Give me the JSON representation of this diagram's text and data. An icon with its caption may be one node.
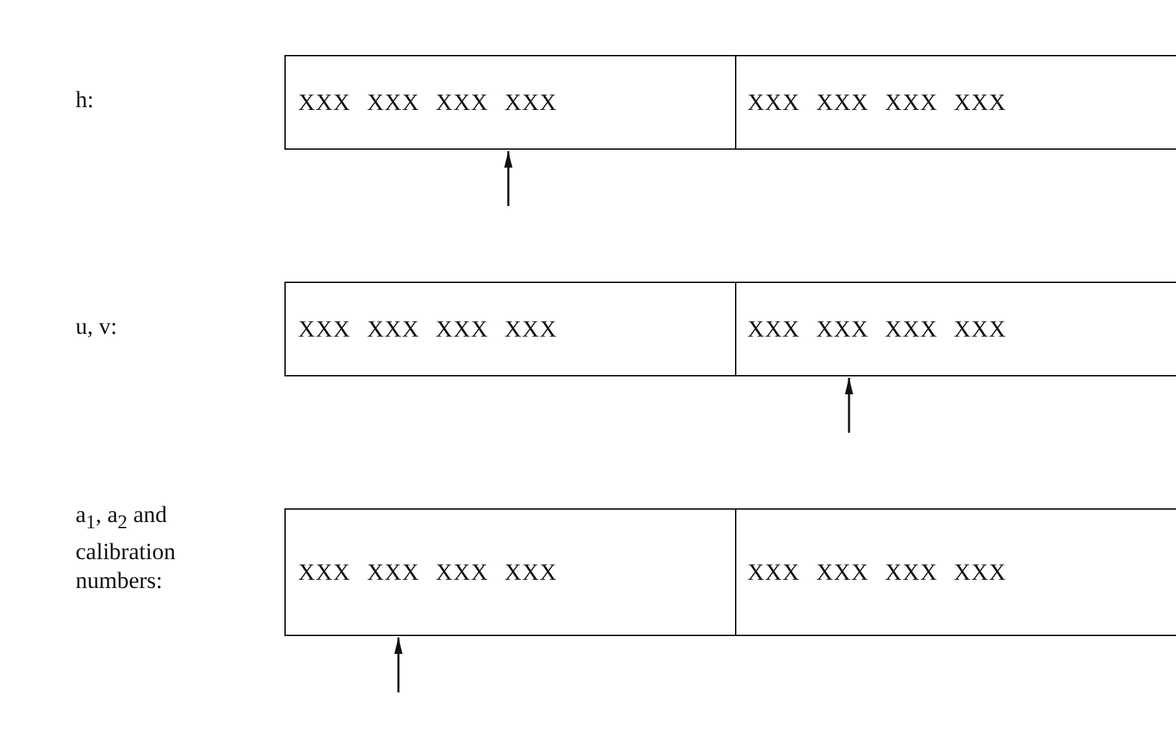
{
  "diagram": {
    "nodes": [
      {
        "text": [
          "XXX XXX XXX XXX"
        ]
      },
      {
        "text": [
          "XXX XXX XXX XXX"
        ]
      },
      {
        "text": [
          "XXX XXX XXX XXX"
        ]
      },
      {
        "text": [
          "XXX XXX XXX XXX"
        ]
      },
      {
        "text": [
          "XXX XXX XXX XXX"
        ]
      },
      {
        "text": [
          "XXX XXX XXX XXX"
        ]
      }
    ],
    "edges": [
      {
        "from": null,
        "to": 0,
        "arrow": "to"
      },
      {
        "from": null,
        "to": 3,
        "arrow": "to"
      },
      {
        "from": null,
        "to": 4,
        "arrow": "to"
      }
    ],
    "labels": [
      "h:",
      "u, v:",
      "a$_{1}$, a$_{2}$ and calibration numbers:"
    ]
  }
}
